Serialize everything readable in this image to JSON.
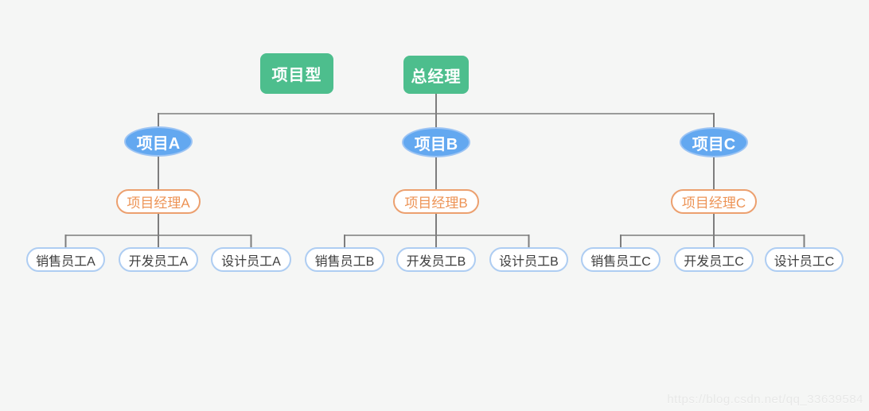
{
  "diagram": {
    "type": "org-chart",
    "background": "#f5f6f5",
    "colors": {
      "root_green": "#4dbe8d",
      "project_blue_fill": "#63a8f0",
      "project_blue_ring": "#9cc4f4",
      "manager_orange": "#eca06f",
      "manager_text": "#ed9355",
      "staff_border": "#aecdf2",
      "staff_text": "#3d3d3d",
      "connector_line": "#7d7d7d"
    },
    "legend": {
      "label": "项目型"
    },
    "root": {
      "label": "总经理"
    },
    "projects": [
      {
        "label": "项目A",
        "manager": "项目经理A",
        "staff": [
          "销售员工A",
          "开发员工A",
          "设计员工A"
        ]
      },
      {
        "label": "项目B",
        "manager": "项目经理B",
        "staff": [
          "销售员工B",
          "开发员工B",
          "设计员工B"
        ]
      },
      {
        "label": "项目C",
        "manager": "项目经理C",
        "staff": [
          "销售员工C",
          "开发员工C",
          "设计员工C"
        ]
      }
    ],
    "watermark": {
      "text": "https://blog.csdn.net/qq_33639584"
    }
  }
}
